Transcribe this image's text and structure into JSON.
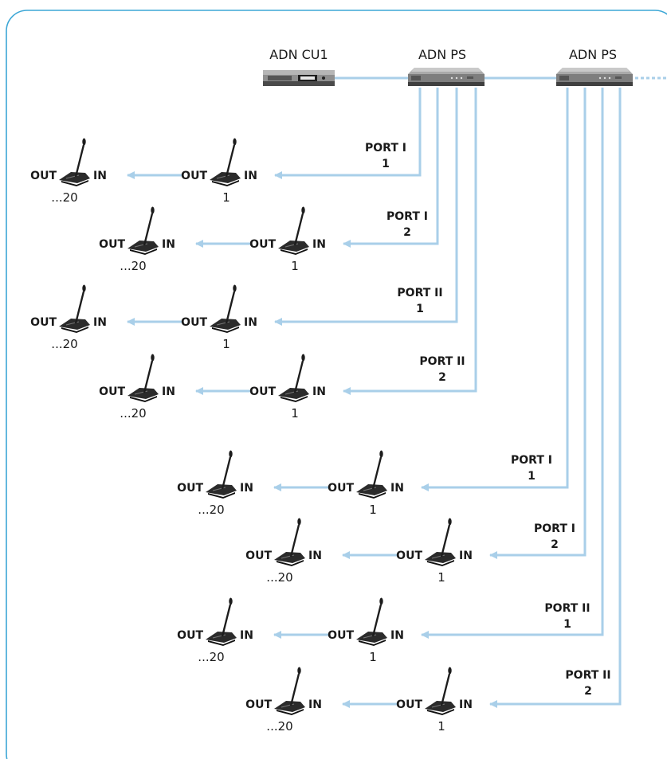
{
  "colors": {
    "frame": "#3da7d6",
    "cable": "#a9cfe9",
    "device": "#2b2b2b"
  },
  "devices": [
    {
      "label": "ADN CU1",
      "icon": "control-unit-icon"
    },
    {
      "label": "ADN PS",
      "icon": "power-supply-icon"
    },
    {
      "label": "ADN PS",
      "icon": "power-supply-icon"
    }
  ],
  "terms": {
    "out": "OUT",
    "in": "IN",
    "first": "1",
    "last": "...20"
  },
  "ports": [
    {
      "name": "PORT I",
      "number": "1"
    },
    {
      "name": "PORT I",
      "number": "2"
    },
    {
      "name": "PORT II",
      "number": "1"
    },
    {
      "name": "PORT II",
      "number": "2"
    },
    {
      "name": "PORT I",
      "number": "1"
    },
    {
      "name": "PORT I",
      "number": "2"
    },
    {
      "name": "PORT II",
      "number": "1"
    },
    {
      "name": "PORT II",
      "number": "2"
    }
  ]
}
